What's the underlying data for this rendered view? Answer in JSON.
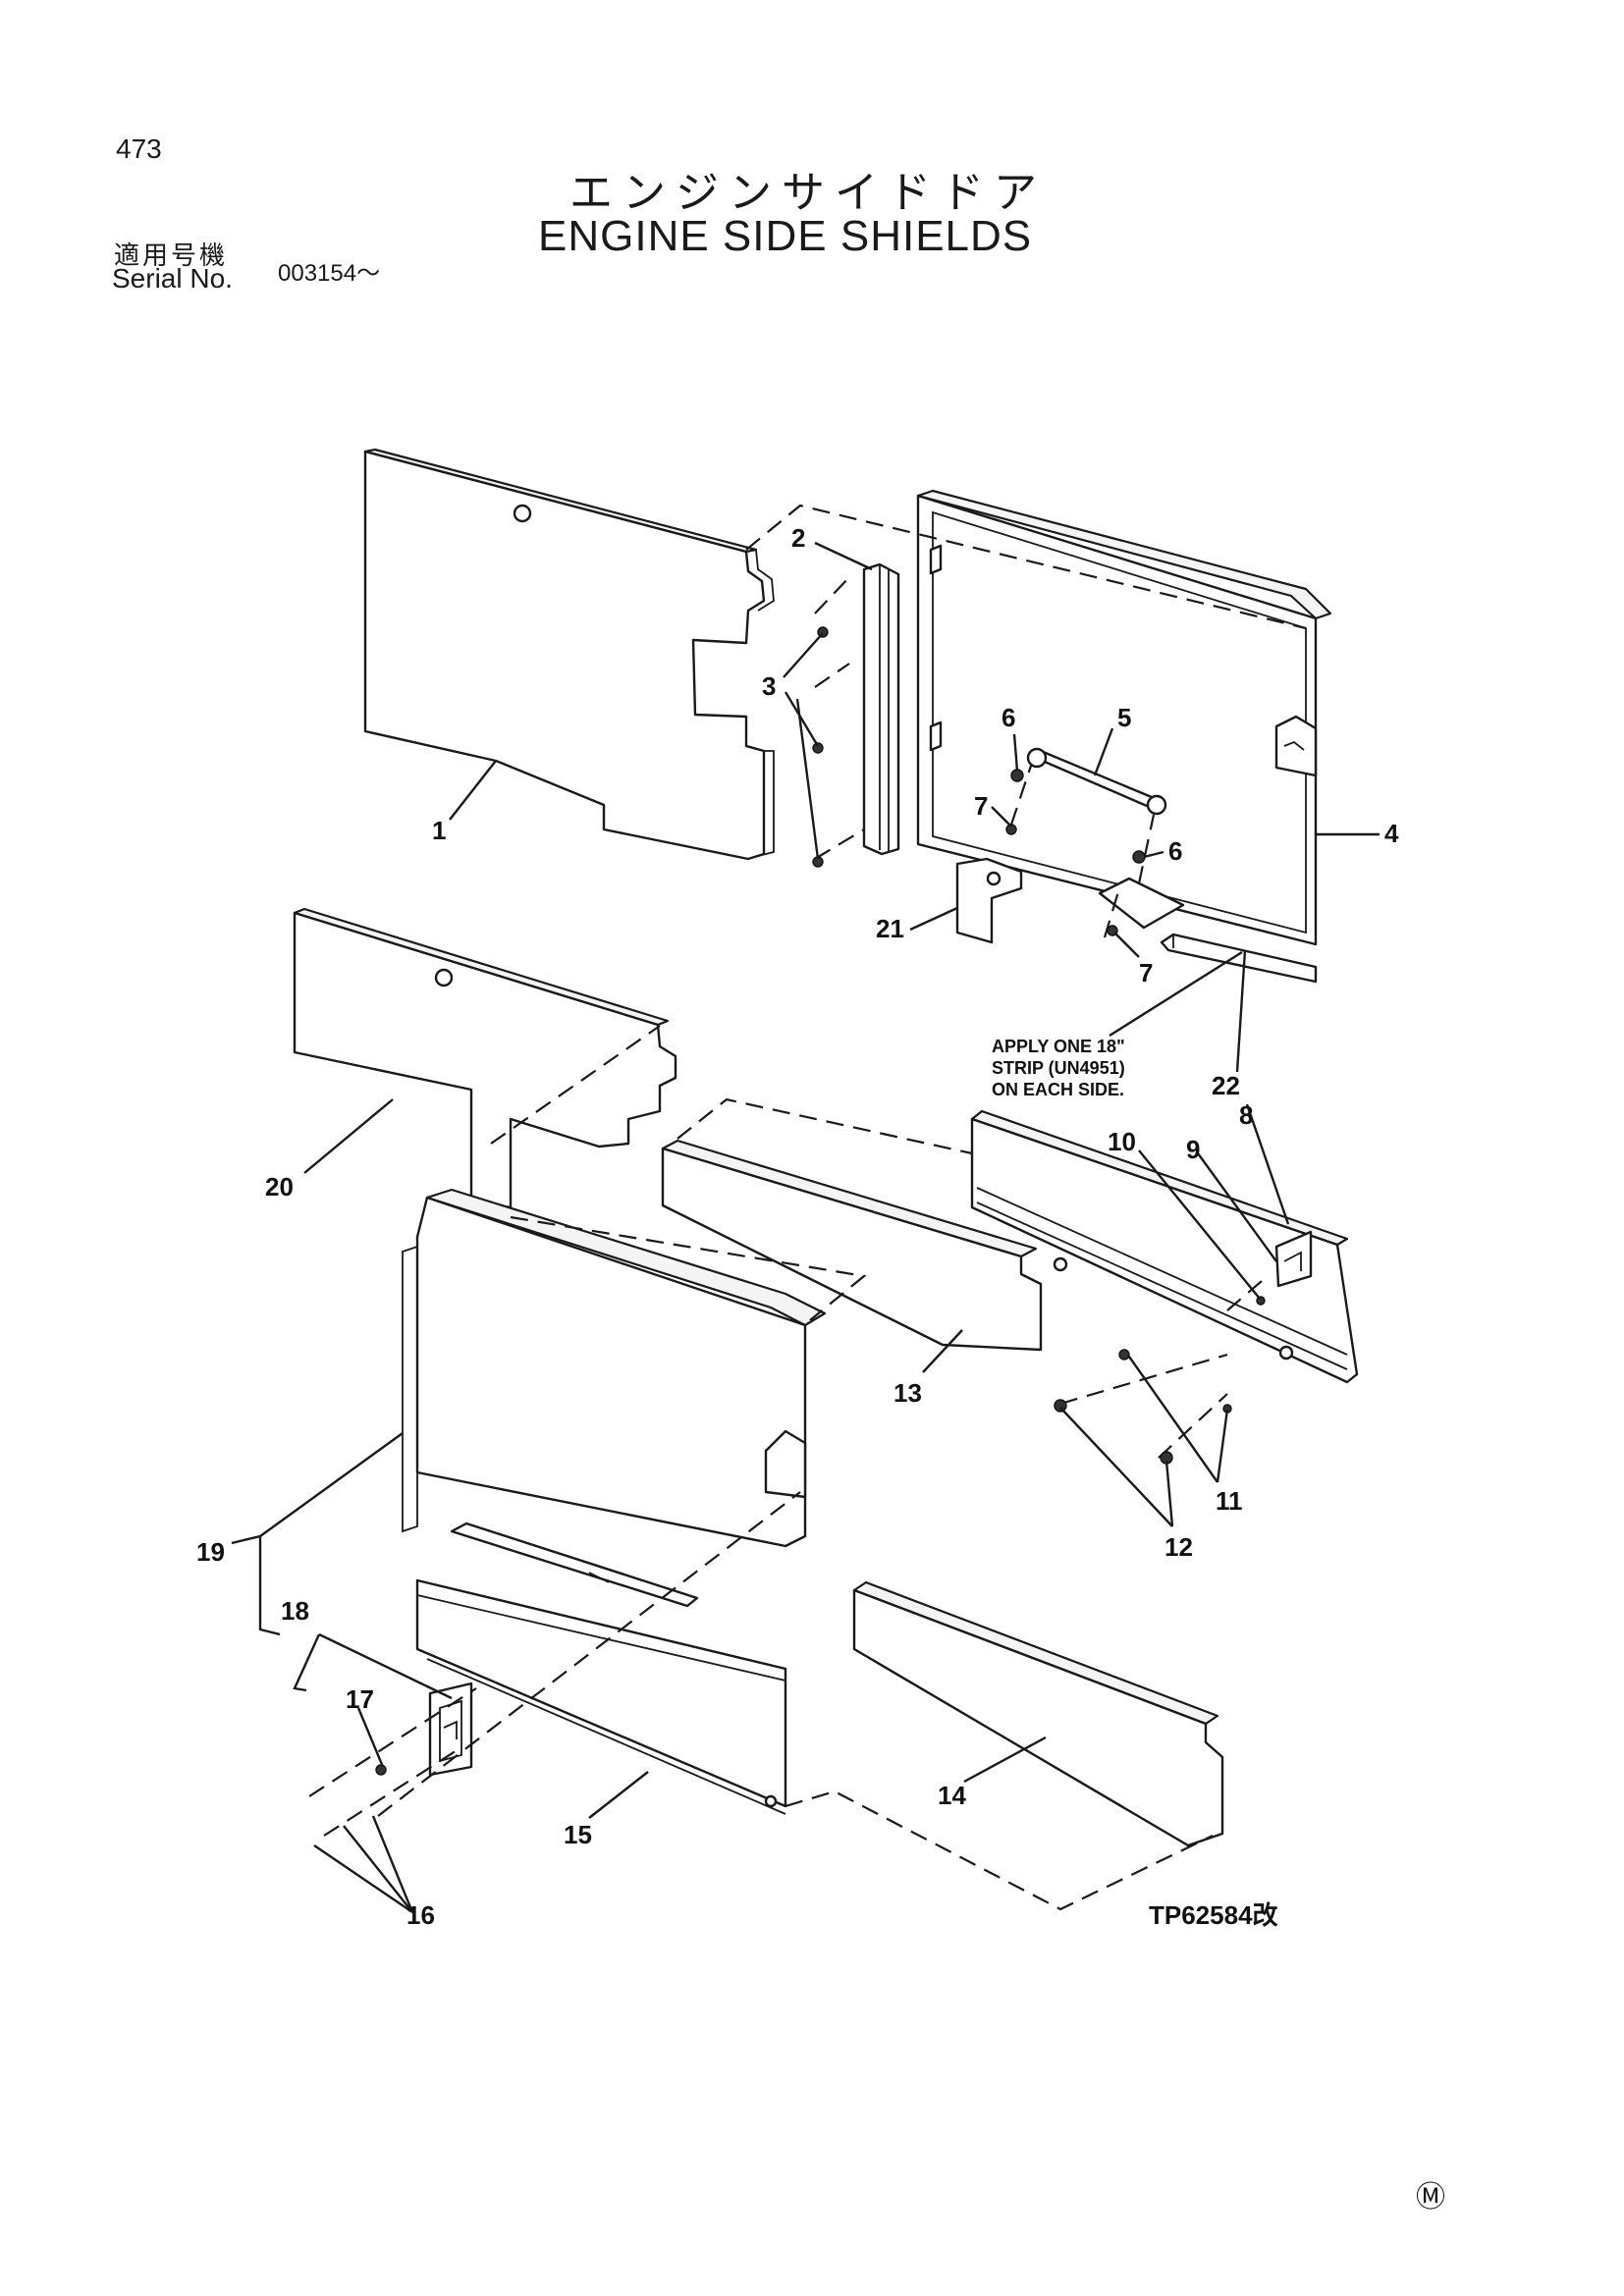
{
  "header": {
    "page_number": "473",
    "title_jp": "エンジンサイドドア",
    "title_en": "ENGINE SIDE SHIELDS",
    "serial_label_jp": "適用号機",
    "serial_label_en": "Serial No.",
    "serial_value": "003154～"
  },
  "diagram": {
    "callouts": [
      "1",
      "2",
      "3",
      "4",
      "5",
      "6",
      "6",
      "7",
      "7",
      "8",
      "9",
      "10",
      "11",
      "12",
      "13",
      "14",
      "15",
      "16",
      "17",
      "18",
      "19",
      "20",
      "21",
      "22"
    ],
    "note": {
      "line1": "APPLY ONE 18\"",
      "line2": "STRIP (UN4951)",
      "line3": "ON EACH SIDE."
    },
    "figure_id": "TP62584改"
  },
  "footer": {
    "mark": "Ⓜ"
  }
}
